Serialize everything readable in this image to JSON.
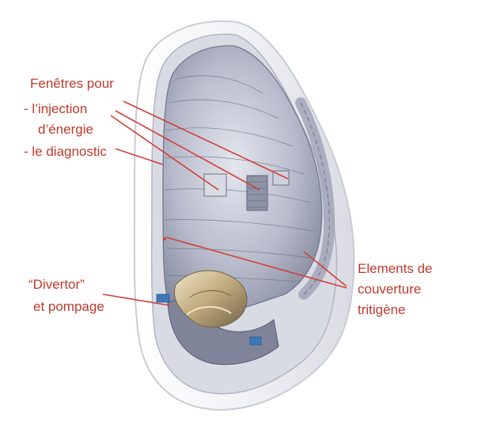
{
  "labels": {
    "windows_title": "Fenêtres pour",
    "windows_injection_1": "- l’injection",
    "windows_injection_2": "d’énergie",
    "windows_diagnostic": "- le diagnostic",
    "divertor_1": "“Divertor”",
    "divertor_2": "et pompage",
    "blanket_1": "Elements de",
    "blanket_2": "couverture",
    "blanket_3": "tritigène"
  },
  "colors": {
    "label_text": "#c0392b",
    "leader_line": "#d0403a",
    "outer_shell": "#eceef2",
    "inner_wall": "#b9bdcc",
    "tile": "#9fa3b8",
    "divertor": "#c8b48a"
  }
}
